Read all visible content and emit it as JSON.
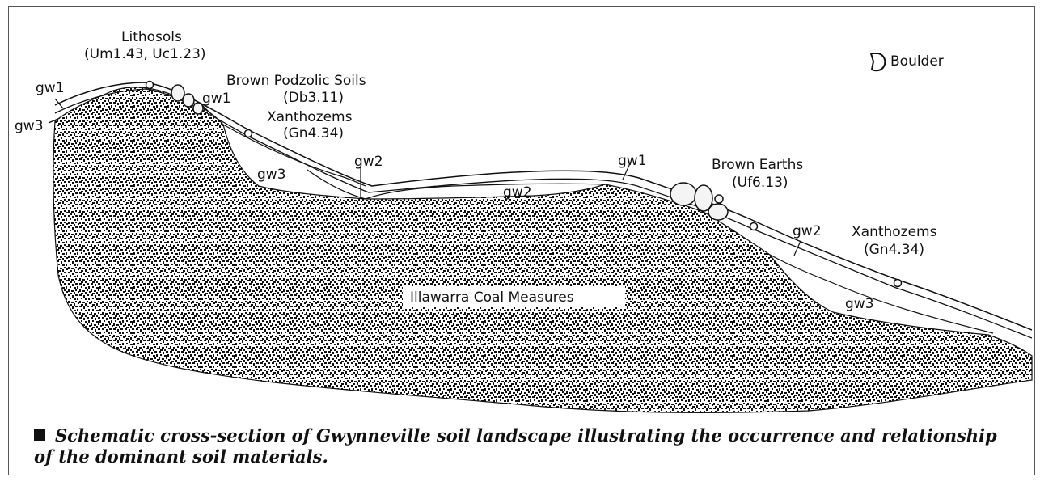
{
  "legend": {
    "boulder_label": "Boulder"
  },
  "labels": {
    "lithosols_name": "Lithosols",
    "lithosols_code": "(Um1.43, Uc1.23)",
    "brown_podzolic_name": "Brown Podzolic Soils",
    "brown_podzolic_code": "(Db3.11)",
    "xanthozems_upper_name": "Xanthozems",
    "xanthozems_upper_code": "(Gn4.34)",
    "brown_earths_name": "Brown Earths",
    "brown_earths_code": "(Uf6.13)",
    "xanthozems_lower_name": "Xanthozems",
    "xanthozems_lower_code": "(Gn4.34)",
    "bedrock": "Illawarra Coal Measures"
  },
  "materials": {
    "gw1_left": "gw1",
    "gw3_left": "gw3",
    "gw1_crest": "gw1",
    "gw3_mid": "gw3",
    "gw2_mid": "gw2",
    "gw2_valley": "gw2",
    "gw1_ridge": "gw1",
    "gw2_lower": "gw2",
    "gw3_lower": "gw3"
  },
  "caption": "Schematic cross-section of Gwynneville soil landscape illustrating the occurrence and relationship of the dominant soil materials."
}
